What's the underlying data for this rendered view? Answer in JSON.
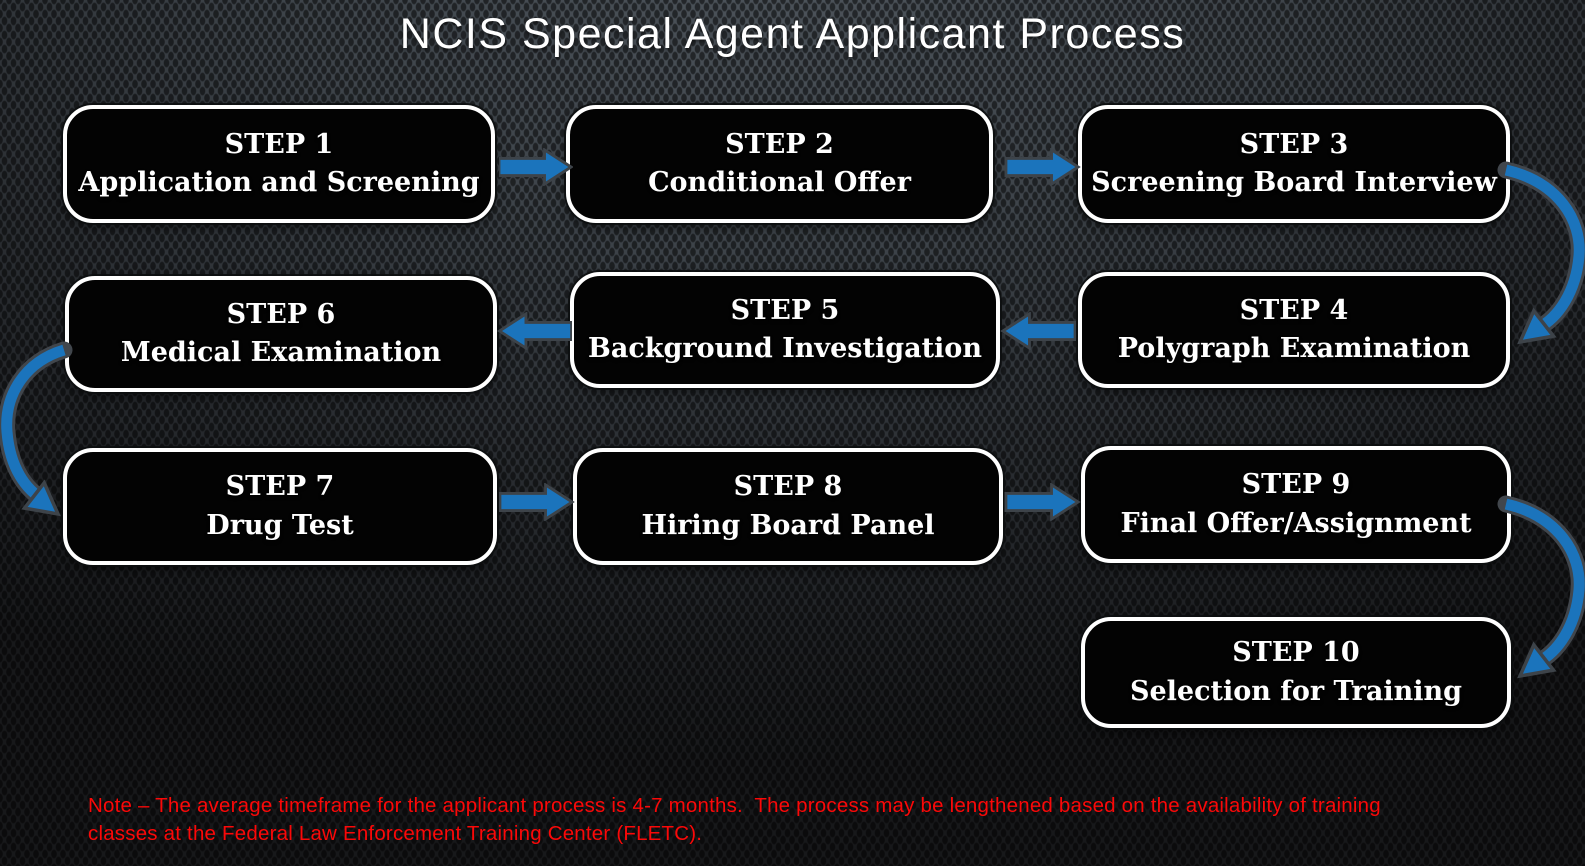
{
  "title": "NCIS Special Agent Applicant Process",
  "colors": {
    "arrow_blue": "#1b74bc",
    "arrow_outline": "#3d4349",
    "box_background": "#030303",
    "box_border": "#ffffff",
    "box_text": "#ffffff",
    "title_text": "#ffffff",
    "note_red": "#fb0808",
    "background_top": "#4e555c",
    "background_bottom": "#17181a"
  },
  "steps": [
    {
      "step": "STEP 1",
      "name": "Application and Screening"
    },
    {
      "step": "STEP 2",
      "name": "Conditional Offer"
    },
    {
      "step": "STEP 3",
      "name": "Screening Board Interview"
    },
    {
      "step": "STEP 4",
      "name": "Polygraph Examination"
    },
    {
      "step": "STEP 5",
      "name": "Background Investigation"
    },
    {
      "step": "STEP 6",
      "name": "Medical Examination"
    },
    {
      "step": "STEP 7",
      "name": "Drug Test"
    },
    {
      "step": "STEP 8",
      "name": "Hiring Board Panel"
    },
    {
      "step": "STEP 9",
      "name": "Final Offer/Assignment"
    },
    {
      "step": "STEP 10",
      "name": "Selection for Training"
    }
  ],
  "flow": [
    "step1>step2",
    "step2>step3",
    "step3>step4",
    "step4>step5",
    "step5>step6",
    "step6>step7",
    "step7>step8",
    "step8>step9",
    "step9>step10"
  ],
  "note": {
    "text": "Note – The average timeframe for the applicant process is 4-7 months.  The process may be lengthened based on the availability of training\nclasses at the Federal Law Enforcement Training Center (FLETC)."
  }
}
